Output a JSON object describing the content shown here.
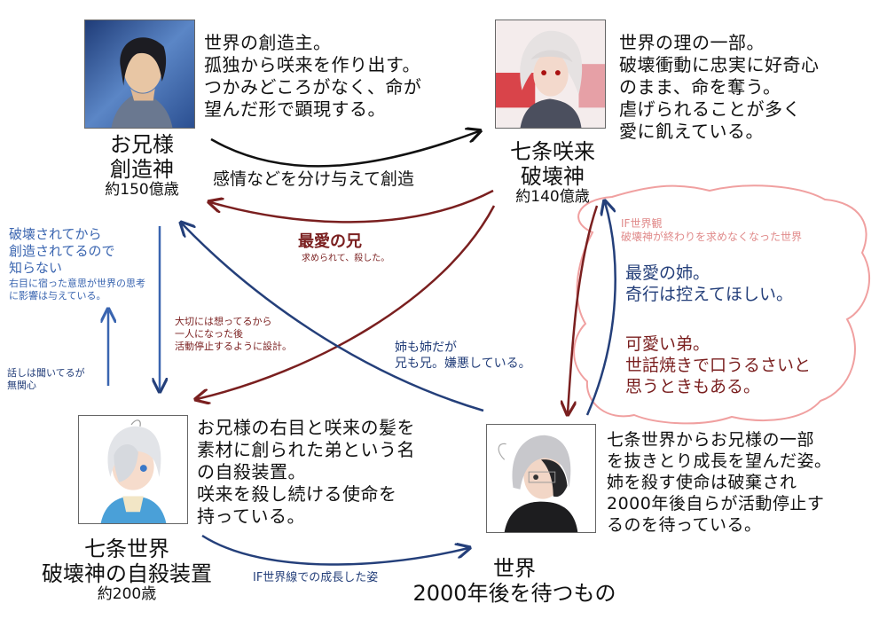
{
  "nodes": {
    "onisama": {
      "desc": "世界の創造主。\n孤独から咲来を作り出す。\nつかみどころがなく、命が\n望んだ形で顕現する。",
      "name1": "お兄様",
      "name2": "創造神",
      "age": "約150億歳"
    },
    "sakura": {
      "desc": "世界の理の一部。\n破壊衝動に忠実に好奇心\nのまま、命を奪う。\n虐げられることが多く\n愛に飢えている。",
      "name1": "七条咲来",
      "name2": "破壊神",
      "age": "約140億歳"
    },
    "device": {
      "desc": "お兄様の右目と咲来の髪を\n素材に創られた弟という名\nの自殺装置。\n咲来を殺し続ける使命を\n持っている。",
      "name1": "七条世界",
      "name2": "破壊神の自殺装置",
      "age": "約200歳"
    },
    "sekai": {
      "desc": "七条世界からお兄様の一部\nを抜きとり成長を望んだ姿。\n姉を殺す使命は破棄され\n2000年後自らが活動停止す\nるのを待っている。",
      "name1": "世界",
      "name2": "2000年後を待つもの"
    }
  },
  "labels": {
    "create": "感情などを分け与えて創造",
    "beloved_brother": "最愛の兄",
    "beloved_brother_sub": "求められて、殺した。",
    "destroyed_created": "破壊されてから\n創造されてるので\n知らない",
    "right_eye_note": "右目に宿った意思が世界の思考\nに影響は与えている。",
    "listening": "話しは聞いてるが\n無関心",
    "cherish": "大切には想ってるから\n一人になった後\n活動停止するように設計。",
    "sister_brother": "姉も姉だが\n兄も兄。嫌悪している。",
    "if_world": "IF世界観\n破壊神が終わりを求めなくなった世界",
    "beloved_sister": "最愛の姉。\n奇行は控えてほしい。",
    "cute_brother": "可愛い弟。\n世話焼きで口うるさいと\n思うときもある。",
    "growth": "IF世界線での成長した姿"
  },
  "colors": {
    "navy": "#243f7a",
    "dark_red": "#7a1f1f",
    "blue": "#3a65b0",
    "pink": "#e08a8a"
  }
}
